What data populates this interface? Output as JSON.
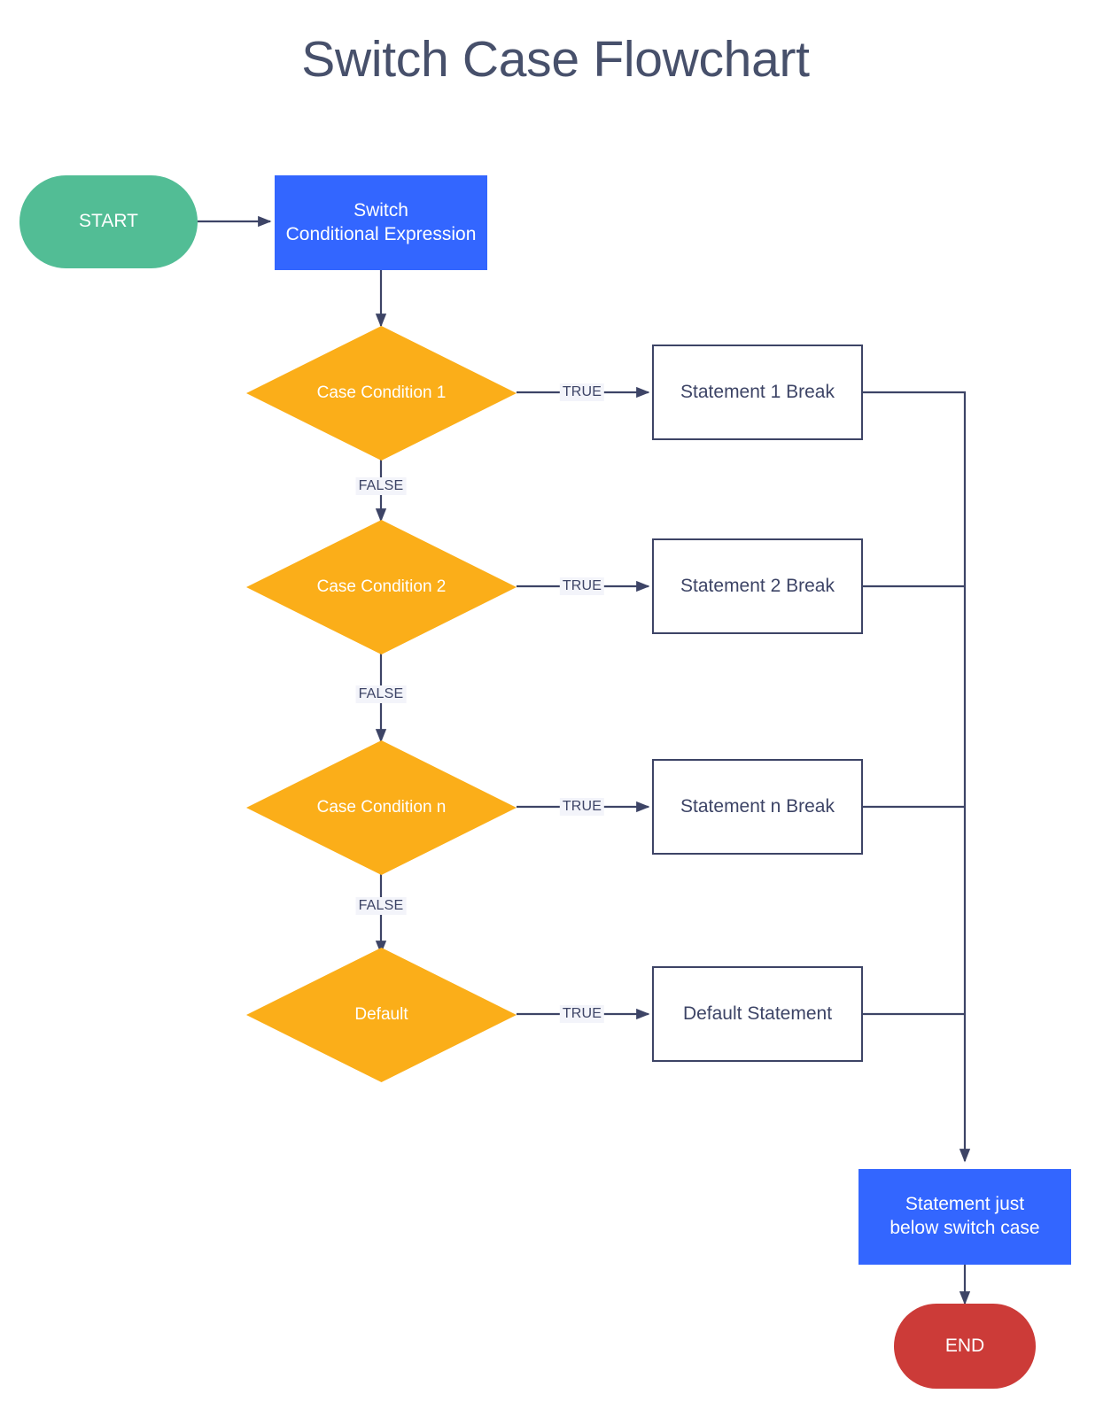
{
  "page": {
    "title": "Switch Case Flowchart",
    "background": "#ffffff"
  },
  "colors": {
    "title_text": "#47506B",
    "start_fill": "#52BD95",
    "end_fill": "#CC3B38",
    "process_fill": "#3366FF",
    "decision_fill": "#FBAE19",
    "statement_border": "#3D4466",
    "statement_fill": "#ffffff",
    "edge_stroke": "#3D4466",
    "edge_label_bg": "#F3F4FA",
    "node_text_light": "#ffffff",
    "node_text_dark": "#3D4466"
  },
  "nodes": {
    "start": {
      "label": "START",
      "shape": "terminator"
    },
    "switch": {
      "label": "Switch\nConditional Expression",
      "shape": "process"
    },
    "case1": {
      "label": "Case Condition 1",
      "shape": "decision"
    },
    "case2": {
      "label": "Case Condition 2",
      "shape": "decision"
    },
    "casen": {
      "label": "Case Condition n",
      "shape": "decision"
    },
    "default": {
      "label": "Default",
      "shape": "decision"
    },
    "stmt1": {
      "label": "Statement 1 Break",
      "shape": "statement"
    },
    "stmt2": {
      "label": "Statement 2 Break",
      "shape": "statement"
    },
    "stmtn": {
      "label": "Statement n Break",
      "shape": "statement"
    },
    "stmtdefault": {
      "label": "Default Statement",
      "shape": "statement"
    },
    "below": {
      "label": "Statement just\nbelow switch case",
      "shape": "process"
    },
    "end": {
      "label": "END",
      "shape": "terminator"
    }
  },
  "edge_labels": {
    "true1": "TRUE",
    "true2": "TRUE",
    "truen": "TRUE",
    "truedefault": "TRUE",
    "false1": "FALSE",
    "false2": "FALSE",
    "falsen": "FALSE"
  }
}
